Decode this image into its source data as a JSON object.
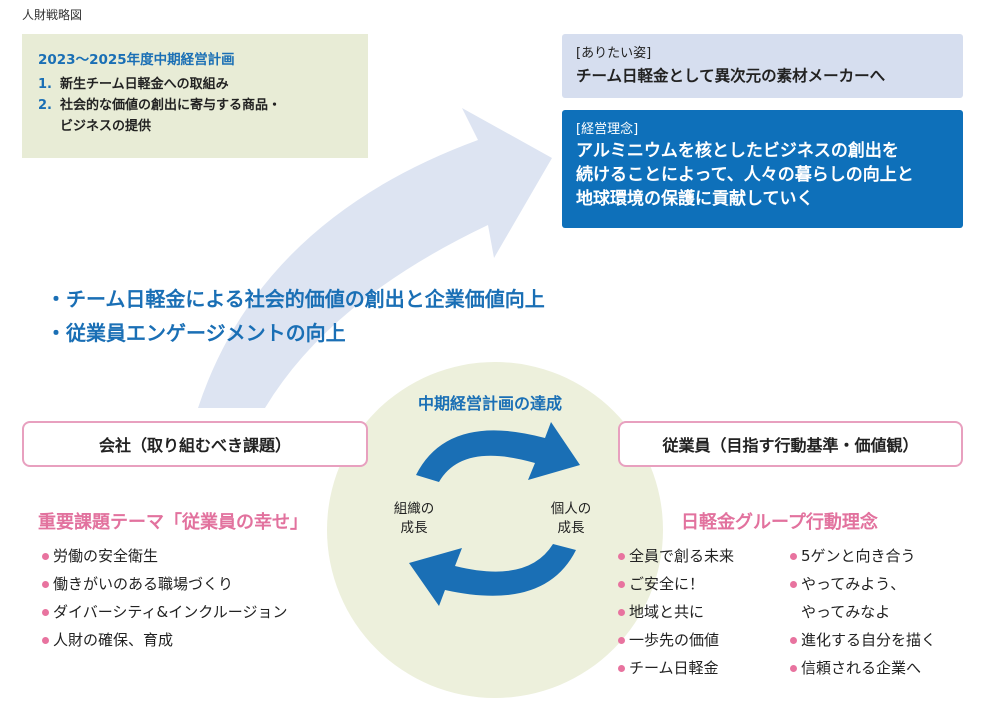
{
  "page_title": "人財戦略図",
  "plan": {
    "title": "2023〜2025年度中期経営計画",
    "items": [
      {
        "num": "1.",
        "lines": [
          "新生チーム日軽金への取組み"
        ]
      },
      {
        "num": "2.",
        "lines": [
          "社会的な価値の創出に寄与する商品・",
          "ビジネスの提供"
        ]
      }
    ]
  },
  "vision": {
    "label": "[ありたい姿]",
    "text": "チーム日軽金として異次元の素材メーカーへ"
  },
  "philosophy": {
    "label": "[経営理念]",
    "lines": [
      "アルミニウムを核としたビジネスの創出を",
      "続けることによって、人々の暮らしの向上と",
      "地球環境の保護に貢献していく"
    ]
  },
  "main_bullets": [
    "・チーム日軽金による社会的価値の創出と企業価値向上",
    "・従業員エンゲージメントの向上"
  ],
  "circle": {
    "title": "中期経営計画の達成",
    "left_label": [
      "組織の",
      "成長"
    ],
    "right_label": [
      "個人の",
      "成長"
    ]
  },
  "company": {
    "pill": "会社（取り組むべき課題）",
    "theme": "重要課題テーマ「従業員の幸せ」",
    "items": [
      "労働の安全衛生",
      "働きがいのある職場づくり",
      "ダイバーシティ&インクルージョン",
      "人財の確保、育成"
    ]
  },
  "employee": {
    "pill": "従業員（目指す行動基準・価値観）",
    "theme": "日軽金グループ行動理念",
    "col1": [
      "全員で創る未来",
      "ご安全に！",
      "地域と共に",
      "一歩先の価値",
      "チーム日軽金"
    ],
    "col2": [
      [
        "5ゲンと向き合う"
      ],
      [
        "やってみよう、",
        "やってみなよ"
      ],
      [
        "進化する自分を描く"
      ],
      [
        "信頼される企業へ"
      ]
    ]
  },
  "colors": {
    "accent_blue": "#1a6fb5",
    "philosophy_bg": "#0e70ba",
    "vision_bg": "#d6deef",
    "plan_bg": "#e8ecd6",
    "circle_bg": "#edf0dc",
    "big_arrow": "#dde4f2",
    "pink": "#e2729e"
  }
}
